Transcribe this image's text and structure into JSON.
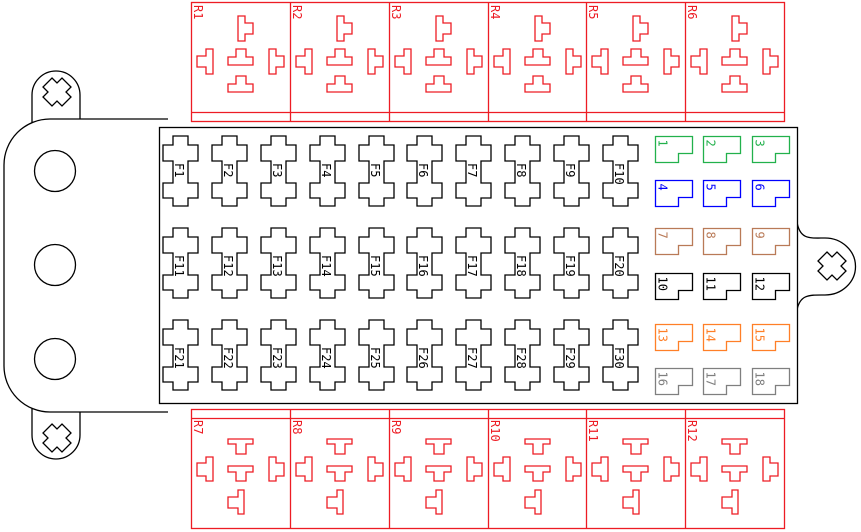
{
  "colors": {
    "relay": "#ed1c24",
    "outline": "#000000",
    "group_green": "#22b14c",
    "group_blue": "#0000ff",
    "group_brown": "#b97a57",
    "group_black": "#000000",
    "group_orange": "#ff7f27",
    "group_gray": "#7f7f7f"
  },
  "top_relays": [
    "R1",
    "R2",
    "R3",
    "R4",
    "R5",
    "R6"
  ],
  "bottom_relays": [
    "R7",
    "R8",
    "R9",
    "R10",
    "R11",
    "R12"
  ],
  "fuse_rows": [
    [
      "F1",
      "F2",
      "F3",
      "F4",
      "F5",
      "F6",
      "F7",
      "F8",
      "F9",
      "F10"
    ],
    [
      "F11",
      "F12",
      "F13",
      "F14",
      "F15",
      "F16",
      "F17",
      "F18",
      "F19",
      "F20"
    ],
    [
      "F21",
      "F22",
      "F23",
      "F24",
      "F25",
      "F26",
      "F27",
      "F28",
      "F29",
      "F30"
    ]
  ],
  "mini_relay_rows": [
    {
      "color": "group_green",
      "labels": [
        "1",
        "2",
        "3"
      ]
    },
    {
      "color": "group_blue",
      "labels": [
        "4",
        "5",
        "6"
      ]
    },
    {
      "color": "group_brown",
      "labels": [
        "7",
        "8",
        "9"
      ]
    },
    {
      "color": "group_black",
      "labels": [
        "10",
        "11",
        "12"
      ]
    },
    {
      "color": "group_orange",
      "labels": [
        "13",
        "14",
        "15"
      ]
    },
    {
      "color": "group_gray",
      "labels": [
        "16",
        "17",
        "18"
      ]
    }
  ]
}
